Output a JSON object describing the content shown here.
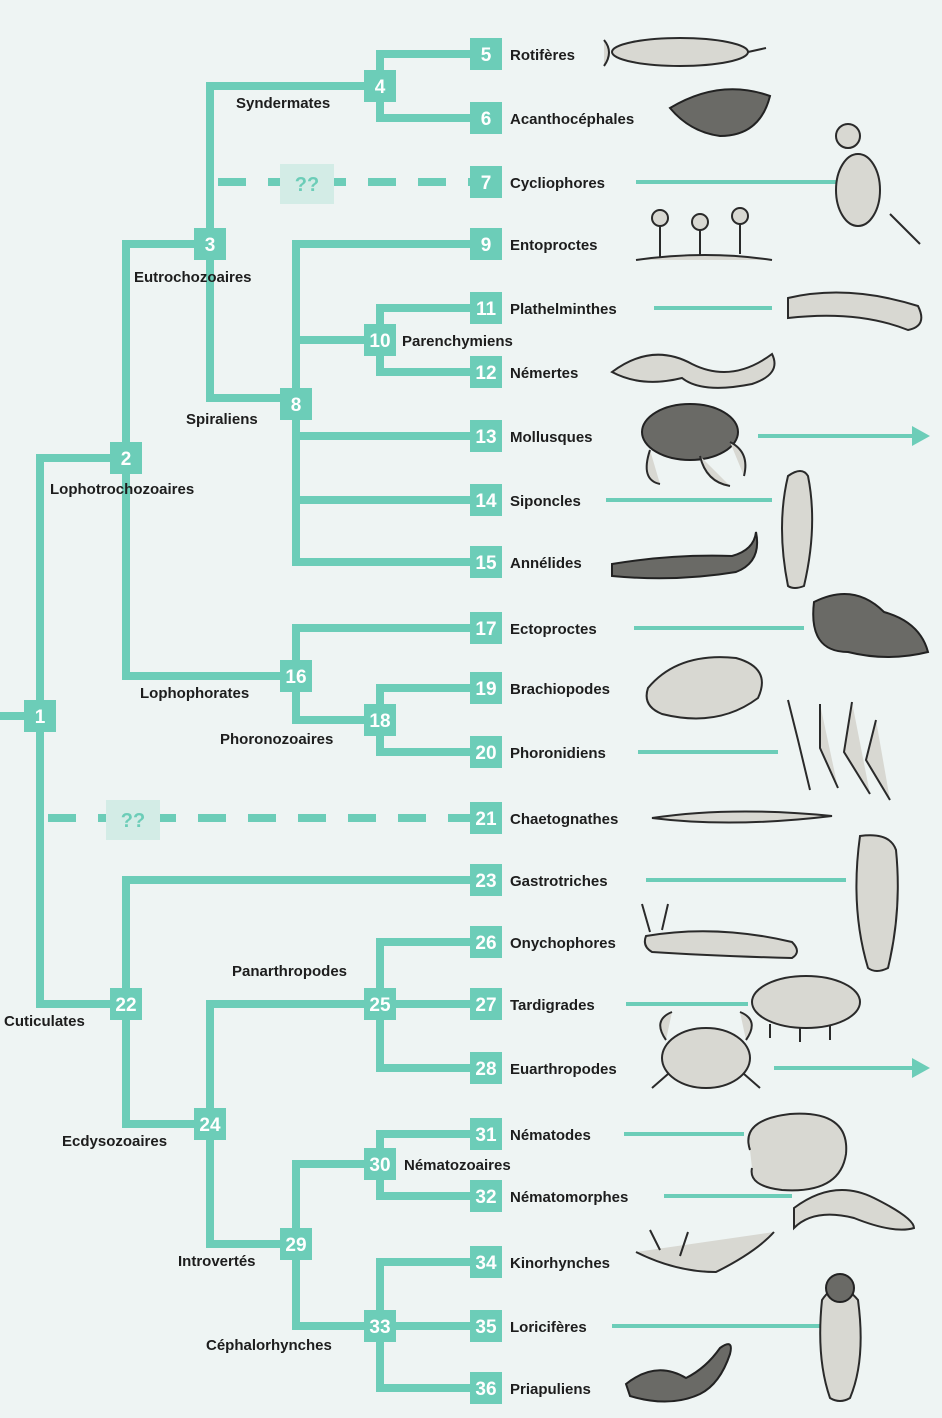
{
  "nodes": {
    "n1": "1",
    "n2": "2",
    "n3": "3",
    "n4": "4",
    "n8": "8",
    "n10": "10",
    "n16": "16",
    "n18": "18",
    "n22": "22",
    "n24": "24",
    "n25": "25",
    "n29": "29",
    "n30": "30",
    "n33": "33"
  },
  "clades": {
    "syndermates": "Syndermates",
    "eutrochozoaires": "Eutrochozoaires",
    "spiraliens": "Spiraliens",
    "lophotrochozoaires": "Lophotrochozoaires",
    "parenchymiens": "Parenchymiens",
    "lophophorates": "Lophophorates",
    "phoronozoaires": "Phoronozoaires",
    "cuticulates": "Cuticulates",
    "panarthropodes": "Panarthropodes",
    "ecdysozoaires": "Ecdysozoaires",
    "nematozoaires": "Nématozoaires",
    "introvertes": "Introvertés",
    "cephalorhynches": "Céphalorhynches"
  },
  "uncertain": {
    "q1": "??",
    "q2": "??"
  },
  "taxa": [
    {
      "num": "5",
      "name": "Rotifères",
      "icon": "rotifer-illustration"
    },
    {
      "num": "6",
      "name": "Acanthocéphales",
      "icon": "acanthocephala-illustration"
    },
    {
      "num": "7",
      "name": "Cycliophores",
      "icon": "cycliophora-illustration"
    },
    {
      "num": "9",
      "name": "Entoproctes",
      "icon": "entoprocta-illustration"
    },
    {
      "num": "11",
      "name": "Plathelminthes",
      "icon": "flatworm-illustration"
    },
    {
      "num": "12",
      "name": "Némertes",
      "icon": "nemertea-illustration"
    },
    {
      "num": "13",
      "name": "Mollusques",
      "icon": "octopus-illustration"
    },
    {
      "num": "14",
      "name": "Siponcles",
      "icon": "sipuncula-illustration"
    },
    {
      "num": "15",
      "name": "Annélides",
      "icon": "annelid-illustration"
    },
    {
      "num": "17",
      "name": "Ectoproctes",
      "icon": "bryozoa-illustration"
    },
    {
      "num": "19",
      "name": "Brachiopodes",
      "icon": "brachiopod-shell-illustration"
    },
    {
      "num": "20",
      "name": "Phoronidiens",
      "icon": "phoronida-illustration"
    },
    {
      "num": "21",
      "name": "Chaetognathes",
      "icon": "arrow-worm-illustration"
    },
    {
      "num": "23",
      "name": "Gastrotriches",
      "icon": "gastrotrich-illustration"
    },
    {
      "num": "26",
      "name": "Onychophores",
      "icon": "velvet-worm-illustration"
    },
    {
      "num": "27",
      "name": "Tardigrades",
      "icon": "tardigrade-illustration"
    },
    {
      "num": "28",
      "name": "Euarthropodes",
      "icon": "crab-illustration"
    },
    {
      "num": "31",
      "name": "Nématodes",
      "icon": "nematode-illustration"
    },
    {
      "num": "32",
      "name": "Nématomorphes",
      "icon": "horsehair-worm-illustration"
    },
    {
      "num": "34",
      "name": "Kinorhynches",
      "icon": "kinorhynch-illustration"
    },
    {
      "num": "35",
      "name": "Loricifères",
      "icon": "loricifera-illustration"
    },
    {
      "num": "36",
      "name": "Priapuliens",
      "icon": "priapulid-illustration"
    }
  ],
  "colors": {
    "branch": "#6ccdb8",
    "node_text": "#ffffff",
    "label_text": "#1d1d1d",
    "background": "#eef4f3"
  }
}
